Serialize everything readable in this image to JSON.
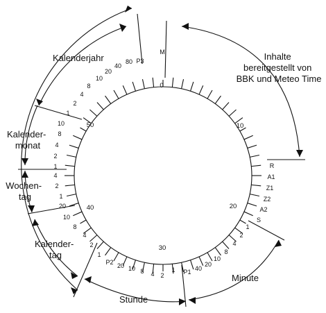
{
  "labels": {
    "kalenderjahr": "Kalenderjahr",
    "inhalte": [
      "Inhalte",
      "bereitgestellt von",
      "BBK und Meteo Time"
    ],
    "kalendermonat": [
      "Kalender-",
      "monat"
    ],
    "wochentag": [
      "Wochen-",
      "tag"
    ],
    "kalendertag": [
      "Kalender-",
      "tag"
    ],
    "stunde": "Stunde",
    "minute": "Minute"
  },
  "markers": {
    "M": "M",
    "R": "R",
    "A1": "A1",
    "Z1": "Z1",
    "Z2": "Z2",
    "A2": "A2",
    "S": "S",
    "P1": "P1",
    "P2": "P2",
    "P3": "P3"
  },
  "second_numbers": [
    "0",
    "10",
    "20",
    "30",
    "40",
    "50"
  ],
  "minute_weights": [
    "1",
    "2",
    "4",
    "8",
    "10",
    "20",
    "40"
  ],
  "stunde_weights": [
    "1",
    "2",
    "4",
    "8",
    "10",
    "20"
  ],
  "kalendertag_weights": [
    "1",
    "2",
    "4",
    "8",
    "10",
    "20"
  ],
  "wochentag_weights": [
    "1",
    "2",
    "4"
  ],
  "kalendermonat_weights": [
    "1",
    "2",
    "4",
    "8",
    "10"
  ],
  "kalenderjahr_weights": [
    "1",
    "2",
    "4",
    "8",
    "10",
    "20",
    "40",
    "80"
  ]
}
